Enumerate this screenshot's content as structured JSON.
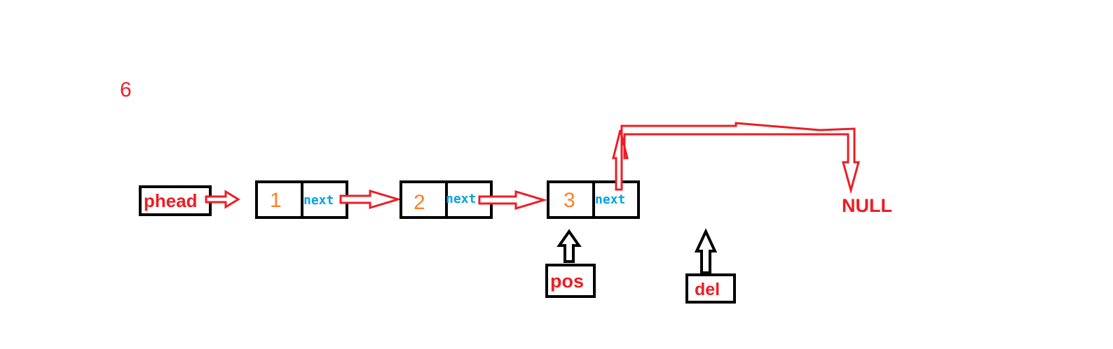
{
  "step_label": "6",
  "head": {
    "label": "phead"
  },
  "nodes": [
    {
      "value": "1",
      "field": "next"
    },
    {
      "value": "2",
      "field": "next"
    },
    {
      "value": "3",
      "field": "next"
    }
  ],
  "null_label": "NULL",
  "pointers": {
    "pos": "pos",
    "del": "del"
  },
  "colors": {
    "label_red": "#ee1c24",
    "value_orange": "#ff7f27",
    "field_blue": "#00a2e8",
    "outline": "#000000"
  }
}
